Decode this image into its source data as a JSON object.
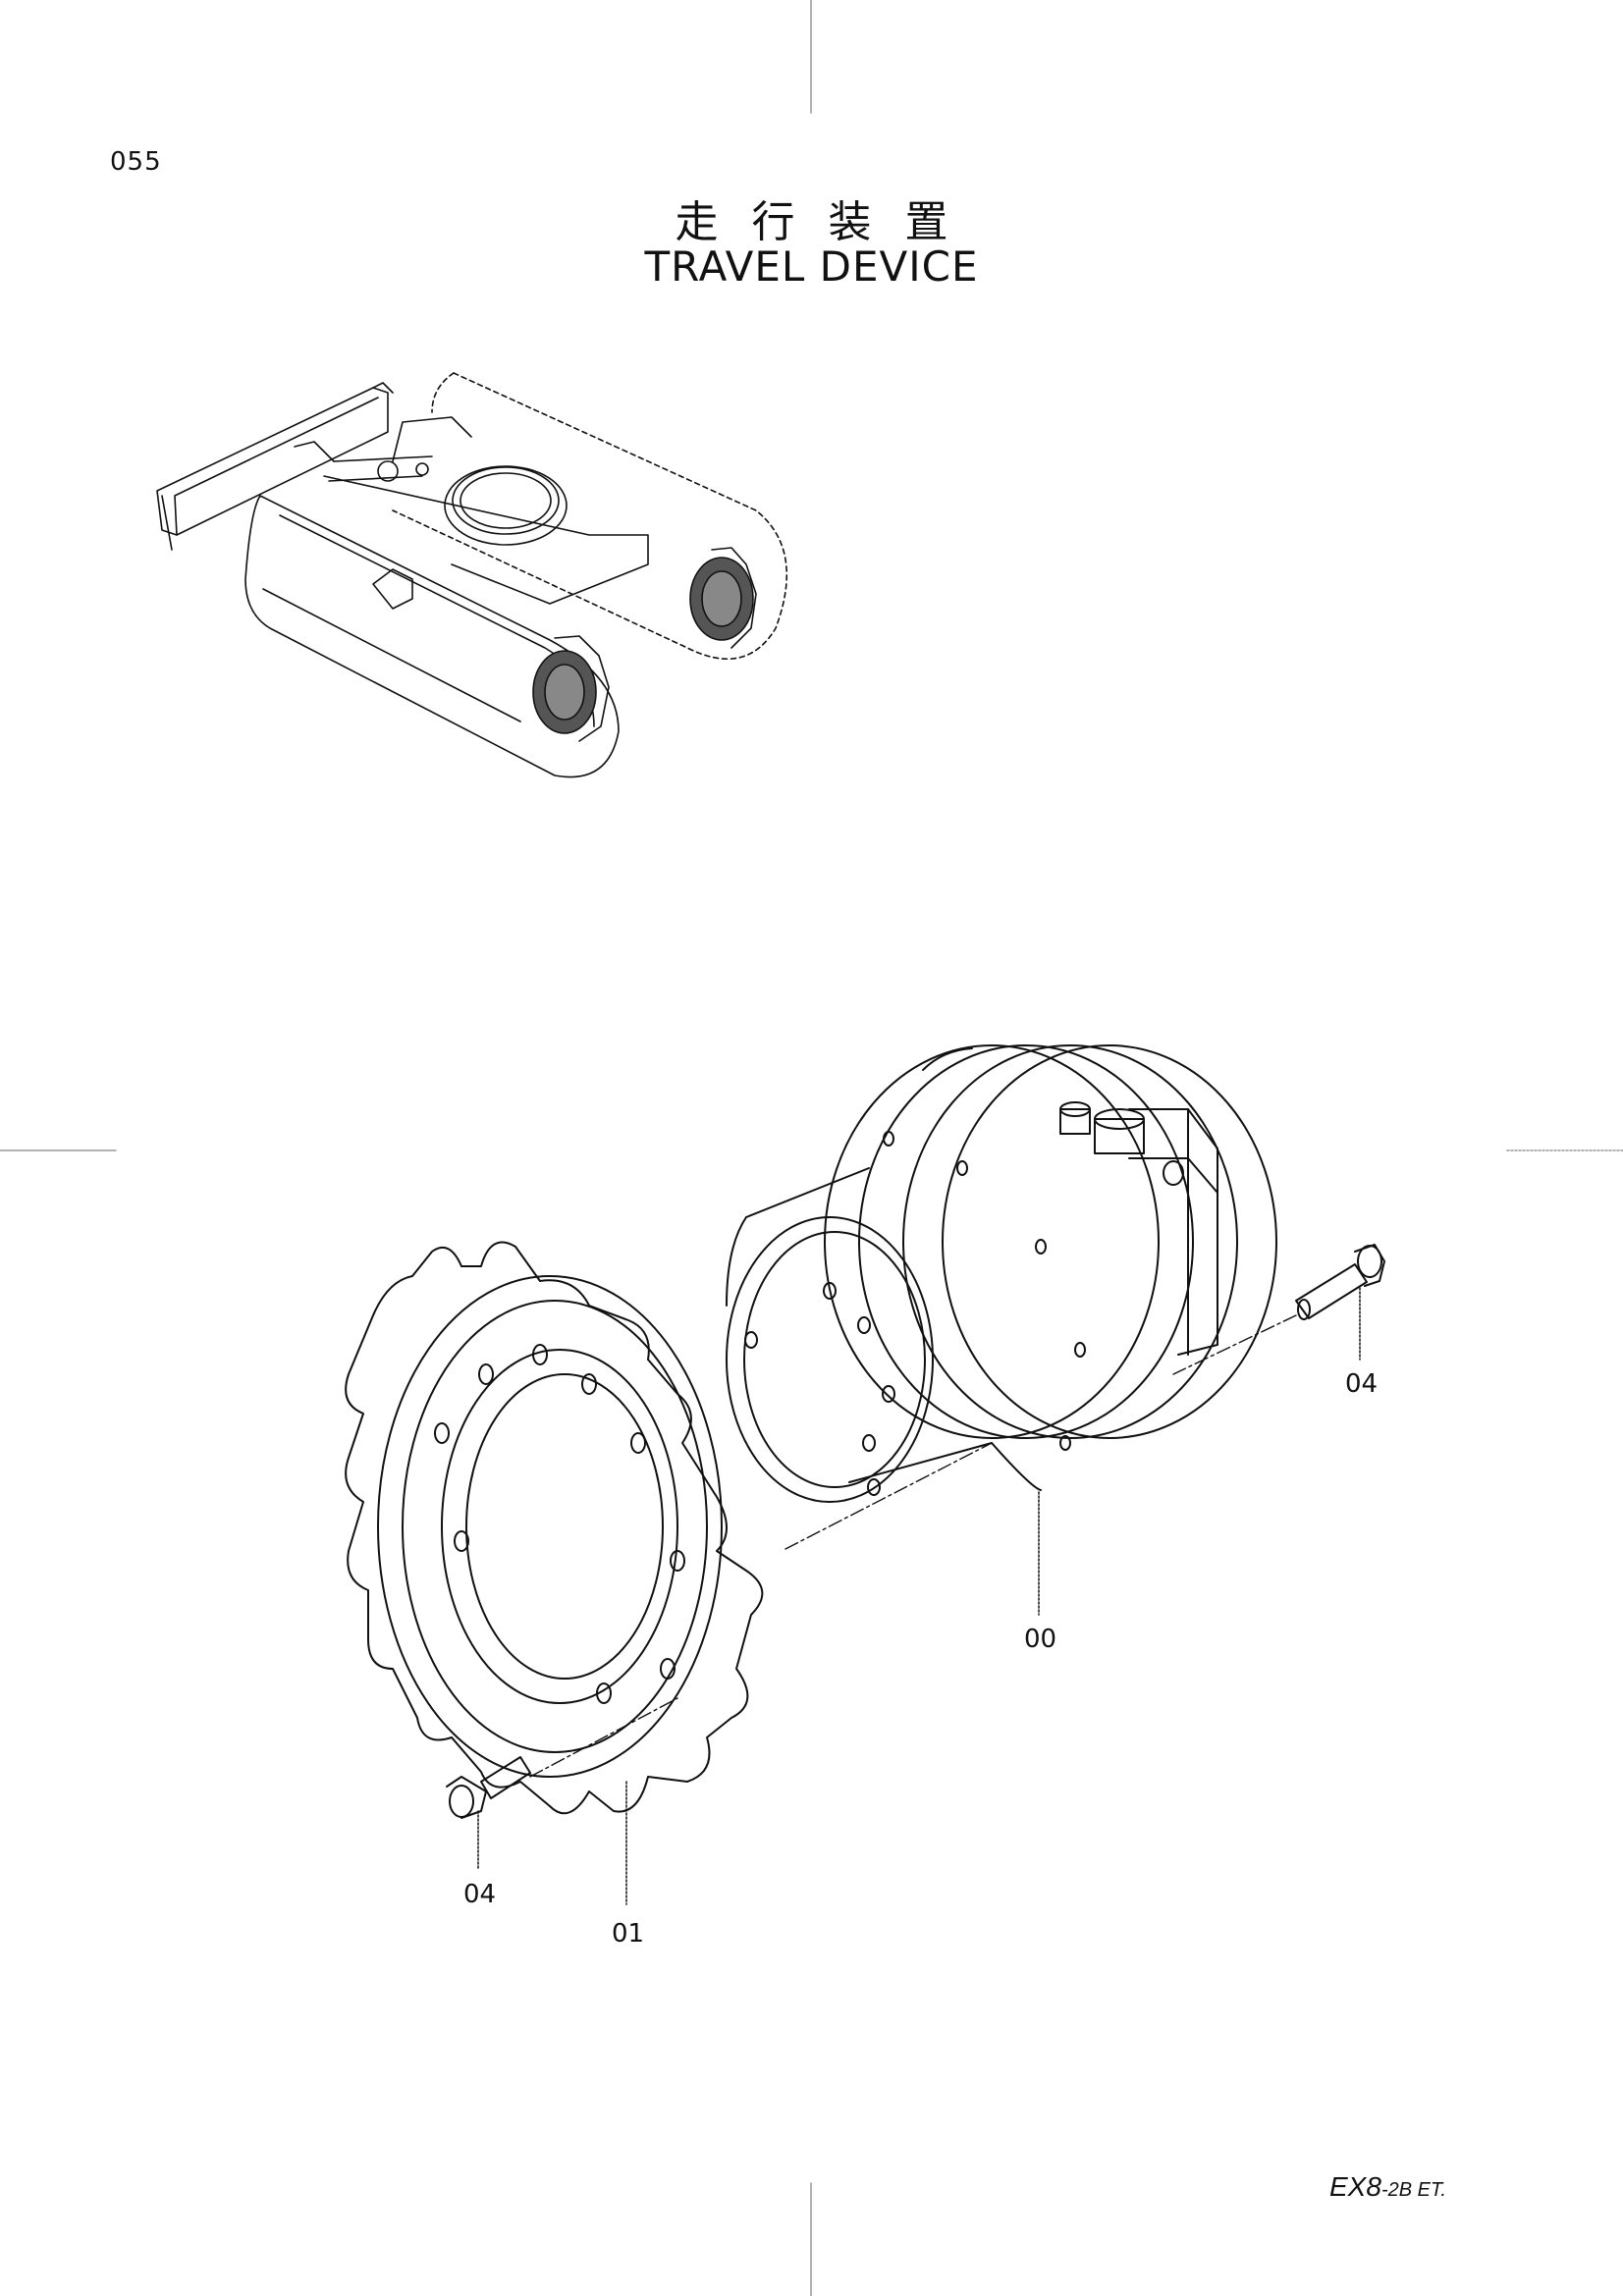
{
  "page_number": "055",
  "title_ja": "走行装置",
  "title_en": "TRAVEL DEVICE",
  "callouts": [
    {
      "ref": "04",
      "part": "bolt-upper"
    },
    {
      "ref": "00",
      "part": "travel-motor"
    },
    {
      "ref": "04",
      "part": "bolt-lower"
    },
    {
      "ref": "01",
      "part": "sprocket"
    }
  ],
  "model": {
    "main": "EX8",
    "suffix": "-2B ET."
  }
}
